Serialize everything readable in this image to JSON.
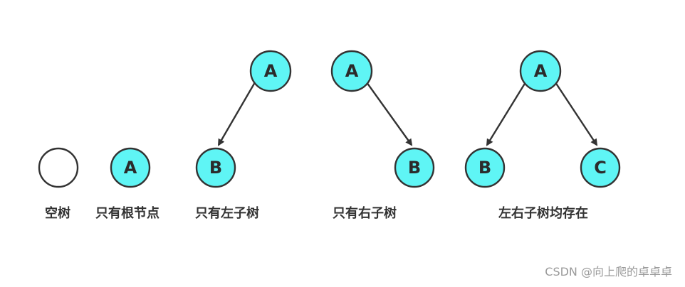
{
  "colors": {
    "node_fill": "#5ff5f5",
    "empty_fill": "#ffffff",
    "stroke": "#333333"
  },
  "diagrams": [
    {
      "caption": "空树",
      "nodes": [
        {
          "label": ""
        }
      ]
    },
    {
      "caption": "只有根节点",
      "nodes": [
        {
          "label": "A"
        }
      ]
    },
    {
      "caption": "只有左子树",
      "nodes": [
        {
          "label": "A"
        },
        {
          "label": "B"
        }
      ]
    },
    {
      "caption": "只有右子树",
      "nodes": [
        {
          "label": "A"
        },
        {
          "label": "B"
        }
      ]
    },
    {
      "caption": "左右子树均存在",
      "nodes": [
        {
          "label": "A"
        },
        {
          "label": "B"
        },
        {
          "label": "C"
        }
      ]
    }
  ],
  "watermark": "CSDN @向上爬的卓卓卓"
}
